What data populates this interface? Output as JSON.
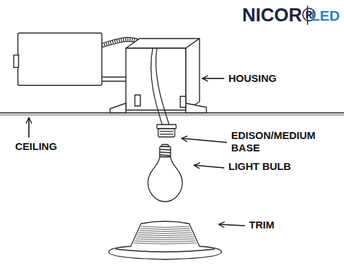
{
  "diagram": {
    "labels": [
      "NICOR®",
      "LED",
      "HOUSING",
      "CEILING",
      "EDISON/MEDIUM BASE",
      "LIGHT BULB",
      "TRIM"
    ]
  }
}
